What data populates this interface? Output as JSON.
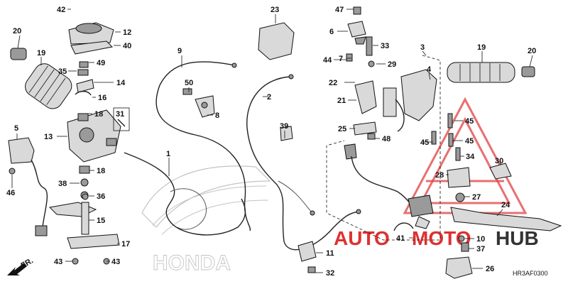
{
  "diagram": {
    "code": "HR3AF0300",
    "brand_mark": "HONDA",
    "direction_label": "FR.",
    "watermark": {
      "left": "AUTO",
      "middle": "MOTO",
      "right": "HUB"
    },
    "callouts": [
      {
        "id": "c42",
        "text": "42"
      },
      {
        "id": "c12",
        "text": "12"
      },
      {
        "id": "c40",
        "text": "40"
      },
      {
        "id": "c20a",
        "text": "20"
      },
      {
        "id": "c19a",
        "text": "19"
      },
      {
        "id": "c49",
        "text": "49"
      },
      {
        "id": "c35",
        "text": "35"
      },
      {
        "id": "c14",
        "text": "14"
      },
      {
        "id": "c16",
        "text": "16"
      },
      {
        "id": "c18a",
        "text": "18"
      },
      {
        "id": "c31",
        "text": "31"
      },
      {
        "id": "c13",
        "text": "13"
      },
      {
        "id": "c18b",
        "text": "18"
      },
      {
        "id": "c38",
        "text": "38"
      },
      {
        "id": "c36",
        "text": "36"
      },
      {
        "id": "c15",
        "text": "15"
      },
      {
        "id": "c5",
        "text": "5"
      },
      {
        "id": "c46",
        "text": "46"
      },
      {
        "id": "c17",
        "text": "17"
      },
      {
        "id": "c43a",
        "text": "43"
      },
      {
        "id": "c43b",
        "text": "43"
      },
      {
        "id": "c9",
        "text": "9"
      },
      {
        "id": "c50",
        "text": "50"
      },
      {
        "id": "c8",
        "text": "8"
      },
      {
        "id": "c1",
        "text": "1"
      },
      {
        "id": "c23",
        "text": "23"
      },
      {
        "id": "c2",
        "text": "2"
      },
      {
        "id": "c39",
        "text": "39"
      },
      {
        "id": "c11",
        "text": "11"
      },
      {
        "id": "c32",
        "text": "32"
      },
      {
        "id": "c47",
        "text": "47"
      },
      {
        "id": "c6",
        "text": "6"
      },
      {
        "id": "c7",
        "text": "7"
      },
      {
        "id": "c44",
        "text": "44"
      },
      {
        "id": "c33",
        "text": "33"
      },
      {
        "id": "c29",
        "text": "29"
      },
      {
        "id": "c22",
        "text": "22"
      },
      {
        "id": "c21",
        "text": "21"
      },
      {
        "id": "c25",
        "text": "25"
      },
      {
        "id": "c48",
        "text": "48"
      },
      {
        "id": "c3",
        "text": "3"
      },
      {
        "id": "c4",
        "text": "4"
      },
      {
        "id": "c19b",
        "text": "19"
      },
      {
        "id": "c20b",
        "text": "20"
      },
      {
        "id": "c45a",
        "text": "45"
      },
      {
        "id": "c45b",
        "text": "45"
      },
      {
        "id": "c45c",
        "text": "45"
      },
      {
        "id": "c34",
        "text": "34"
      },
      {
        "id": "c30",
        "text": "30"
      },
      {
        "id": "c28",
        "text": "28"
      },
      {
        "id": "c27",
        "text": "27"
      },
      {
        "id": "c24",
        "text": "24"
      },
      {
        "id": "c41",
        "text": "41"
      },
      {
        "id": "c10",
        "text": "10"
      },
      {
        "id": "c37",
        "text": "37"
      },
      {
        "id": "c26",
        "text": "26"
      }
    ]
  }
}
